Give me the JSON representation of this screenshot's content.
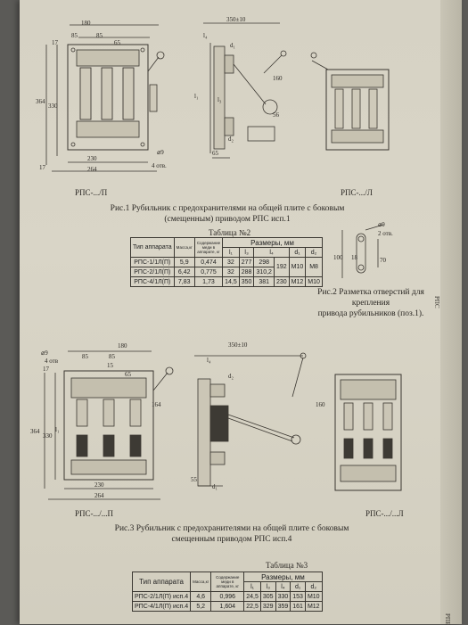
{
  "fig1": {
    "caption_line1": "Рис.1 Рубильник с предохранителями на общей плите с боковым",
    "caption_line2": "(смещенным) приводом РПС исп.1",
    "label_left": "РПС-.../П",
    "label_right": "РПС-.../Л",
    "dims": {
      "d180": "180",
      "d85a": "85",
      "d85b": "85",
      "d65": "65",
      "d17top": "17",
      "d17": "17",
      "d364": "364",
      "d330": "330",
      "d230": "230",
      "d264": "264",
      "hole": "⌀9",
      "holes": "4 отв.",
      "d350": "350±10",
      "l4": "l₄",
      "d1": "d₁",
      "d2": "d₂",
      "l1": "l₁",
      "l3": "l₃",
      "d160": "160",
      "d56": "56",
      "d65b": "65"
    }
  },
  "fig2": {
    "caption_line1": "Рис.2 Разметка отверстий для крепления",
    "caption_line2": "привода рубильников (поз.1).",
    "dims": {
      "hole": "⌀9",
      "holes": "2 отв.",
      "d100": "100",
      "d18": "18",
      "d70": "70"
    }
  },
  "fig3": {
    "caption_line1": "Рис.3 Рубильник с предохранителями на общей плите с боковым",
    "caption_line2": "смещенным приводом РПС исп.4",
    "label_left": "РПС-.../...П",
    "label_right": "РПС-.../...Л",
    "dims": {
      "hole": "⌀9",
      "holes": "4 отв",
      "d17": "17",
      "d180": "180",
      "d85a": "85",
      "d85b": "85",
      "d15": "15",
      "d65": "65",
      "d364": "364",
      "d330": "330",
      "l1": "l₁",
      "d230": "230",
      "d264": "264",
      "d164": "164",
      "d350": "350±10",
      "l4": "l₄",
      "d2": "d₂",
      "d1": "d₁",
      "d55": "55",
      "d160": "160"
    }
  },
  "table2": {
    "title": "Таблица №2",
    "col_type": "Тип аппарата",
    "col_mass": "Масса,кг",
    "col_energy": "Содержание меди в аппарате, кг",
    "col_sizes": "Размеры, мм",
    "sub": [
      "l₁",
      "l₃",
      "l₄",
      "d₁",
      "d₂"
    ],
    "rows": [
      [
        "РПС-1/1Л(П)",
        "5,9",
        "0,474",
        "32",
        "277",
        "298",
        "192",
        "M10",
        "M8"
      ],
      [
        "РПС-2/1Л(П)",
        "6,42",
        "0,775",
        "32",
        "288",
        "310,2",
        "",
        "",
        ""
      ],
      [
        "РПС-4/1Л(П)",
        "7,83",
        "1,73",
        "14,5",
        "350",
        "381",
        "230",
        "M12",
        "M10"
      ]
    ]
  },
  "table3": {
    "title": "Таблица №3",
    "col_type": "Тип аппарата",
    "col_mass": "Масса,кг",
    "col_energy": "Содержание меди в аппарате, кг",
    "col_sizes": "Размеры, мм",
    "sub": [
      "l₁",
      "l₃",
      "l₄",
      "d₁",
      "d₂"
    ],
    "rows": [
      [
        "РПС-2/1Л(П) исп.4",
        "4,6",
        "0,996",
        "24,5",
        "305",
        "330",
        "153",
        "M10"
      ],
      [
        "РПС-4/1Л(П) исп.4",
        "5,2",
        "1,604",
        "22,5",
        "329",
        "359",
        "161",
        "M12"
      ]
    ]
  },
  "margin_labels": {
    "rps_side": "РПС",
    "rps_bottom": "РПЕ"
  }
}
